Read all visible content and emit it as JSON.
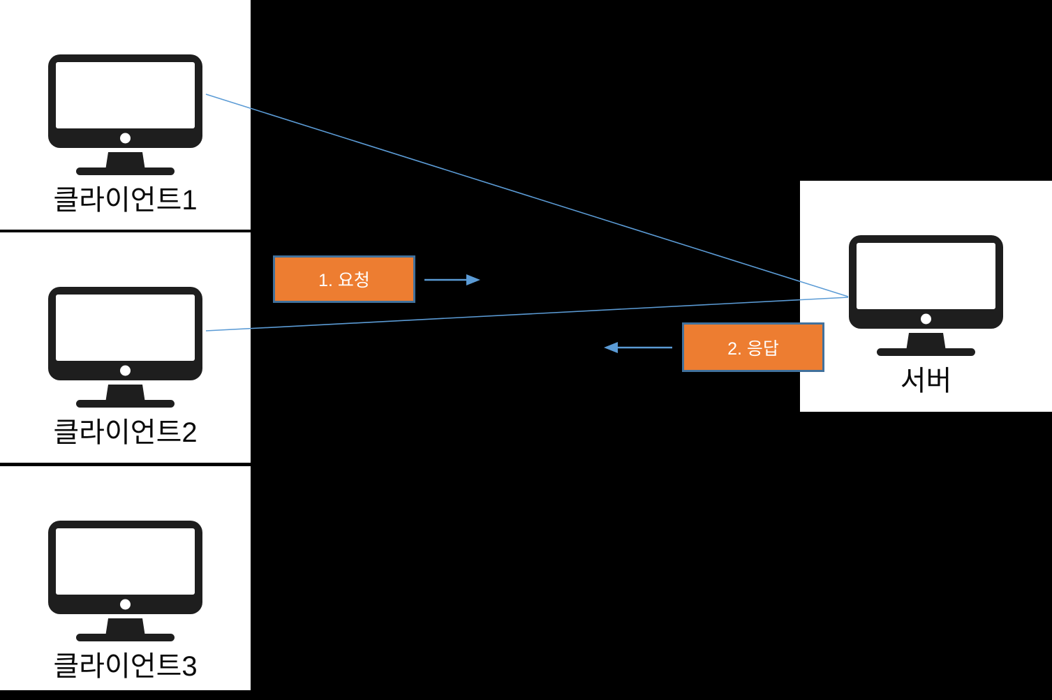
{
  "diagram": {
    "title_hint": "client-server request/response diagram",
    "clients": [
      {
        "label": "클라이언트1"
      },
      {
        "label": "클라이언트2"
      },
      {
        "label": "클라이언트3"
      }
    ],
    "server": {
      "label": "서버"
    },
    "flows": [
      {
        "label": "1. 요청",
        "direction": "right"
      },
      {
        "label": "2. 응답",
        "direction": "left"
      }
    ],
    "connections": [
      {
        "from": "클라이언트1",
        "to": "서버"
      },
      {
        "from": "클라이언트2",
        "to": "서버"
      }
    ],
    "colors": {
      "background": "#000000",
      "card_background": "#ffffff",
      "monitor_icon": "#1e1e1e",
      "flow_box_fill": "#ED7D31",
      "flow_box_border": "#41719C",
      "connector_blue": "#5B9BD5",
      "label_text": "#0a0a0a",
      "flow_text": "#ffffff"
    }
  }
}
